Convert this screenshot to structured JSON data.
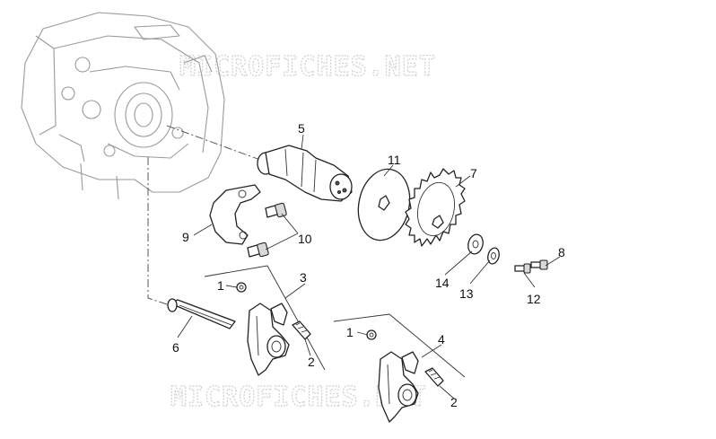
{
  "watermarks": [
    "MICROFICHES.NET",
    "MICROFICHES.NET"
  ],
  "callouts": [
    {
      "id": "c1a",
      "text": "1"
    },
    {
      "id": "c1b",
      "text": "1"
    },
    {
      "id": "c2a",
      "text": "2"
    },
    {
      "id": "c2b",
      "text": "2"
    },
    {
      "id": "c3",
      "text": "3"
    },
    {
      "id": "c4",
      "text": "4"
    },
    {
      "id": "c5",
      "text": "5"
    },
    {
      "id": "c6",
      "text": "6"
    },
    {
      "id": "c7",
      "text": "7"
    },
    {
      "id": "c8",
      "text": "8"
    },
    {
      "id": "c9",
      "text": "9"
    },
    {
      "id": "c10",
      "text": "10"
    },
    {
      "id": "c11",
      "text": "11"
    },
    {
      "id": "c12",
      "text": "12"
    },
    {
      "id": "c13",
      "text": "13"
    },
    {
      "id": "c14",
      "text": "14"
    }
  ]
}
